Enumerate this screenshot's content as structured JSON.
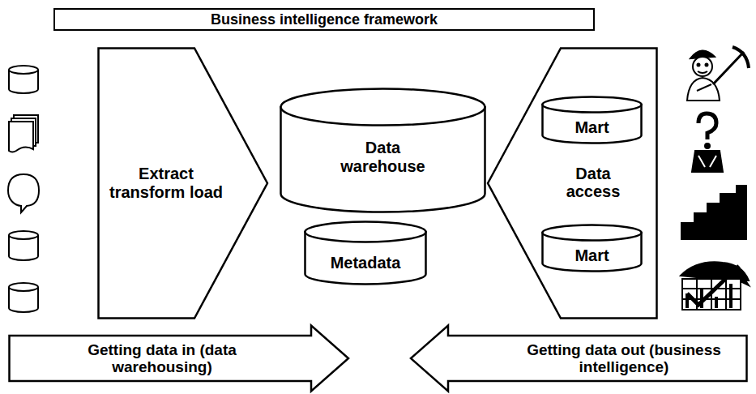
{
  "diagram": {
    "title": "Business intelligence framework",
    "nodes": [
      {
        "text": [
          "Extract transform load"
        ]
      },
      {
        "text": [
          "Data warehouse"
        ]
      },
      {
        "text": [
          "Metadata"
        ]
      },
      {
        "text": [
          "Data access"
        ]
      },
      {
        "text": [
          "Mart"
        ],
        "in": 3
      },
      {
        "text": [
          "Mart"
        ],
        "in": 3
      },
      {
        "text": [
          "Getting data in (data warehousing)"
        ]
      },
      {
        "text": [
          "Getting data out (business intelligence)"
        ]
      }
    ]
  }
}
